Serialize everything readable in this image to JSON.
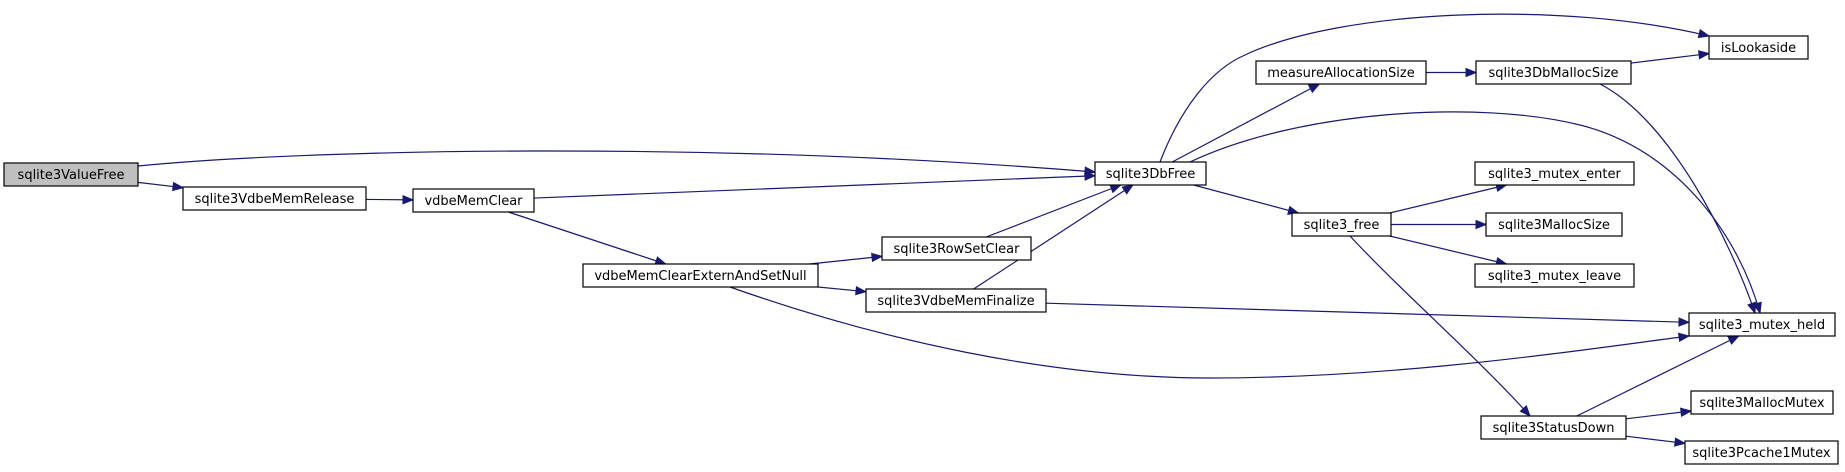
{
  "graph": {
    "nodes": {
      "sqlite3ValueFree": "sqlite3ValueFree",
      "sqlite3VdbeMemRelease": "sqlite3VdbeMemRelease",
      "vdbeMemClear": "vdbeMemClear",
      "vdbeMemClearExternAndSetNull": "vdbeMemClearExternAndSetNull",
      "sqlite3RowSetClear": "sqlite3RowSetClear",
      "sqlite3VdbeMemFinalize": "sqlite3VdbeMemFinalize",
      "sqlite3DbFree": "sqlite3DbFree",
      "measureAllocationSize": "measureAllocationSize",
      "sqlite3DbMallocSize": "sqlite3DbMallocSize",
      "isLookaside": "isLookaside",
      "sqlite3_free": "sqlite3_free",
      "sqlite3_mutex_enter": "sqlite3_mutex_enter",
      "sqlite3MallocSize": "sqlite3MallocSize",
      "sqlite3_mutex_leave": "sqlite3_mutex_leave",
      "sqlite3_mutex_held": "sqlite3_mutex_held",
      "sqlite3StatusDown": "sqlite3StatusDown",
      "sqlite3MallocMutex": "sqlite3MallocMutex",
      "sqlite3Pcache1Mutex": "sqlite3Pcache1Mutex"
    },
    "edges": [
      [
        "sqlite3ValueFree",
        "sqlite3DbFree"
      ],
      [
        "sqlite3ValueFree",
        "sqlite3VdbeMemRelease"
      ],
      [
        "sqlite3VdbeMemRelease",
        "vdbeMemClear"
      ],
      [
        "vdbeMemClear",
        "sqlite3DbFree"
      ],
      [
        "vdbeMemClear",
        "vdbeMemClearExternAndSetNull"
      ],
      [
        "vdbeMemClearExternAndSetNull",
        "sqlite3RowSetClear"
      ],
      [
        "vdbeMemClearExternAndSetNull",
        "sqlite3VdbeMemFinalize"
      ],
      [
        "vdbeMemClearExternAndSetNull",
        "sqlite3_mutex_held"
      ],
      [
        "sqlite3RowSetClear",
        "sqlite3DbFree"
      ],
      [
        "sqlite3VdbeMemFinalize",
        "sqlite3DbFree"
      ],
      [
        "sqlite3VdbeMemFinalize",
        "sqlite3_mutex_held"
      ],
      [
        "sqlite3DbFree",
        "isLookaside"
      ],
      [
        "sqlite3DbFree",
        "measureAllocationSize"
      ],
      [
        "sqlite3DbFree",
        "sqlite3_mutex_held"
      ],
      [
        "sqlite3DbFree",
        "sqlite3_free"
      ],
      [
        "measureAllocationSize",
        "sqlite3DbMallocSize"
      ],
      [
        "sqlite3DbMallocSize",
        "isLookaside"
      ],
      [
        "sqlite3DbMallocSize",
        "sqlite3_mutex_held"
      ],
      [
        "sqlite3_free",
        "sqlite3_mutex_enter"
      ],
      [
        "sqlite3_free",
        "sqlite3MallocSize"
      ],
      [
        "sqlite3_free",
        "sqlite3_mutex_leave"
      ],
      [
        "sqlite3_free",
        "sqlite3StatusDown"
      ],
      [
        "sqlite3StatusDown",
        "sqlite3_mutex_held"
      ],
      [
        "sqlite3StatusDown",
        "sqlite3MallocMutex"
      ],
      [
        "sqlite3StatusDown",
        "sqlite3Pcache1Mutex"
      ]
    ],
    "colors": {
      "edge": "#191970",
      "root_fill": "#bfbfbf",
      "node_fill": "#ffffff",
      "node_border": "#000000"
    }
  }
}
